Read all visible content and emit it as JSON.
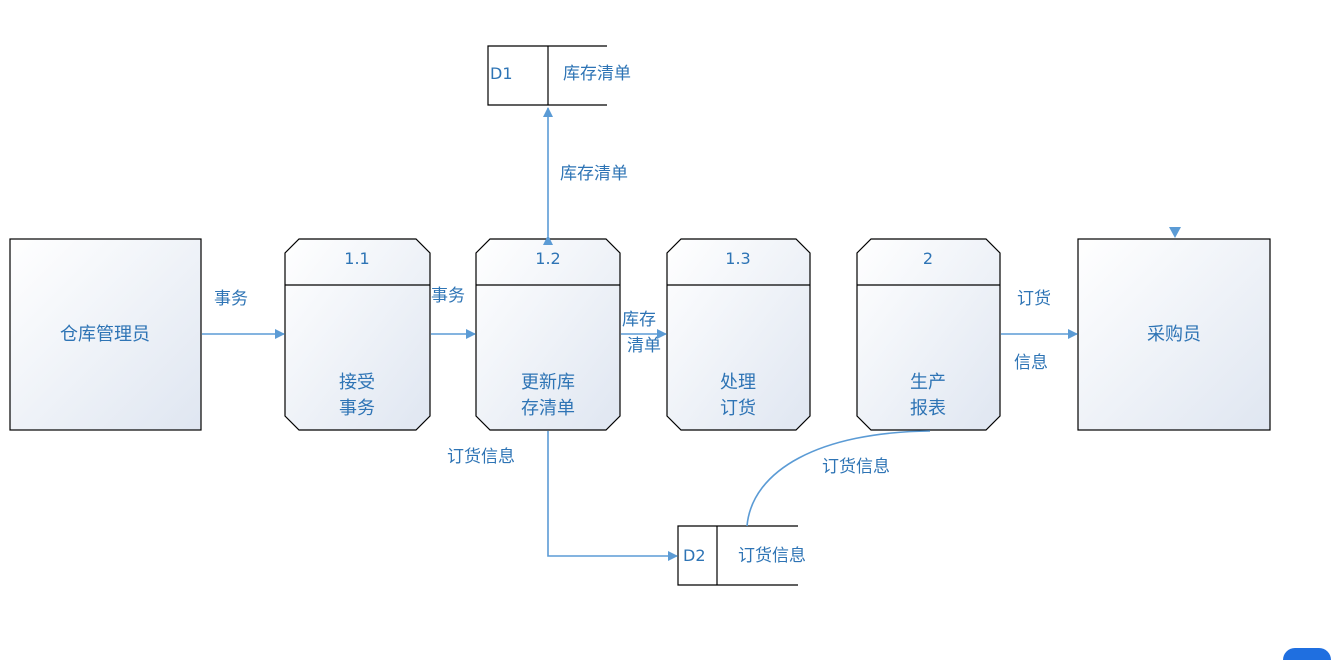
{
  "entities": {
    "warehouse_keeper": "仓库管理员",
    "purchaser": "采购员"
  },
  "processes": [
    {
      "id": "1.1",
      "label_lines": [
        "接受",
        "事务"
      ]
    },
    {
      "id": "1.2",
      "label_lines": [
        "更新库",
        "存清单"
      ]
    },
    {
      "id": "1.3",
      "label_lines": [
        "处理",
        "订货"
      ]
    },
    {
      "id": "2",
      "label_lines": [
        "生产",
        "报表"
      ]
    }
  ],
  "stores": [
    {
      "id": "D1",
      "name": "库存清单"
    },
    {
      "id": "D2",
      "name": "订货信息"
    }
  ],
  "flows": {
    "keeper_to_p11": "事务",
    "p11_to_p12": "事务",
    "p12_to_p13": [
      "库存",
      "清单"
    ],
    "p12_d1": "库存清单",
    "p12_to_d2": "订货信息",
    "d2_to_p2": "订货信息",
    "p2_to_purchaser": [
      "订货",
      "信息"
    ]
  },
  "colors": {
    "text": "#2e74b5",
    "arrow": "#5b9bd5",
    "outline": "#000000"
  }
}
